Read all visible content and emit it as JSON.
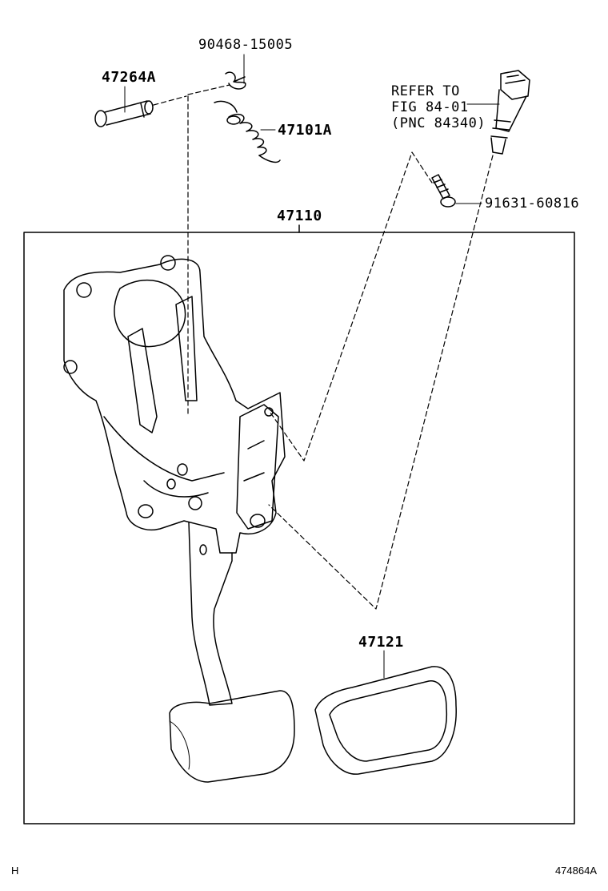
{
  "labels": {
    "clip": "90468-15005",
    "pin": "47264A",
    "spring": "47101A",
    "refer_line1": "REFER TO",
    "refer_line2": "FIG 84-01",
    "refer_line3": "(PNC 84340)",
    "bolt": "91631-60816",
    "assembly": "47110",
    "pad": "47121"
  },
  "footer": {
    "left_mark": "H",
    "figure_id": "474864A"
  }
}
